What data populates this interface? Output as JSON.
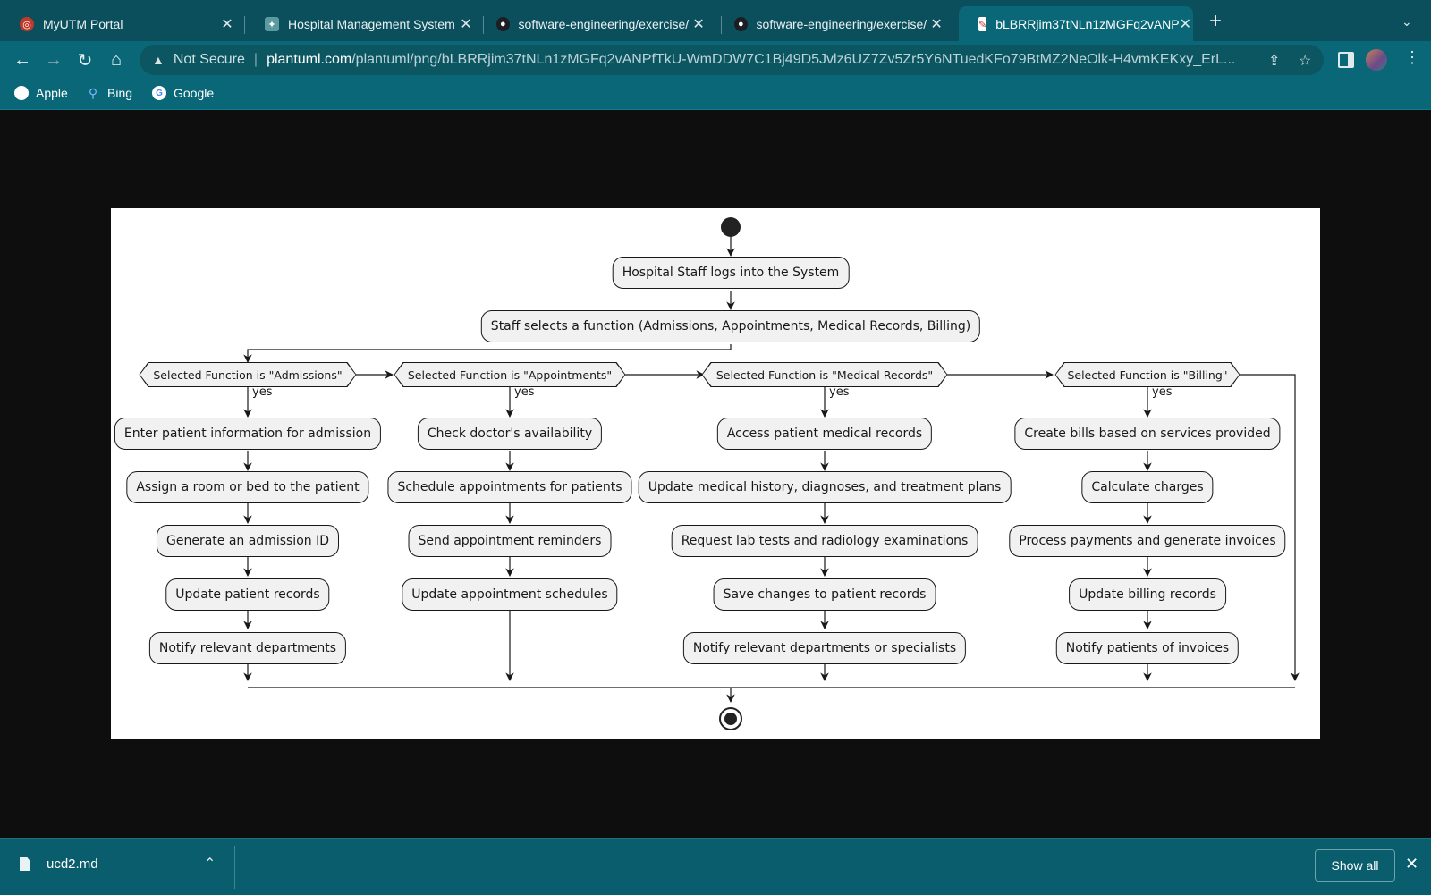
{
  "tabs": [
    {
      "title": "MyUTM Portal",
      "icon": "utm-logo-icon",
      "close": "✕"
    },
    {
      "title": "Hospital Management System",
      "icon": "openai-logo-icon",
      "close": "✕"
    },
    {
      "title": "software-engineering/exercise/",
      "icon": "github-icon",
      "close": "✕"
    },
    {
      "title": "software-engineering/exercise/",
      "icon": "github-icon",
      "close": "✕"
    },
    {
      "title": "bLBRRjim37tNLn1zMGFq2vANP",
      "icon": "plantuml-icon",
      "close": "✕",
      "active": true
    }
  ],
  "toolbar": {
    "security_label": "Not Secure",
    "url_host": "plantuml.com",
    "url_path": "/plantuml/png/bLBRRjim37tNLn1zMGFq2vANPfTkU-WmDDW7C1Bj49D5Jvlz6UZ7Zv5Zr5Y6NTuedKFo79BtMZ2NeOlk-H4vmKEKxy_ErL..."
  },
  "bookmarks": [
    {
      "label": "Apple",
      "icon": "apple-icon"
    },
    {
      "label": "Bing",
      "icon": "bing-search-icon"
    },
    {
      "label": "Google",
      "icon": "google-icon"
    }
  ],
  "diagram": {
    "start": "Hospital Staff logs into the System",
    "select": "Staff selects a function (Admissions, Appointments, Medical Records, Billing)",
    "yes_label": "yes",
    "branches": [
      {
        "condition": "Selected Function is \"Admissions\"",
        "steps": [
          "Enter patient information for admission",
          "Assign a room or bed to the patient",
          "Generate an admission ID",
          "Update patient records",
          "Notify relevant departments"
        ]
      },
      {
        "condition": "Selected Function is \"Appointments\"",
        "steps": [
          "Check doctor's availability",
          "Schedule appointments for patients",
          "Send appointment reminders",
          "Update appointment schedules"
        ]
      },
      {
        "condition": "Selected Function is \"Medical Records\"",
        "steps": [
          "Access patient medical records",
          "Update medical history, diagnoses, and treatment plans",
          "Request lab tests and radiology examinations",
          "Save changes to patient records",
          "Notify relevant departments or specialists"
        ]
      },
      {
        "condition": "Selected Function is \"Billing\"",
        "steps": [
          "Create bills based on services provided",
          "Calculate charges",
          "Process payments and generate invoices",
          "Update billing records",
          "Notify patients of invoices"
        ]
      }
    ]
  },
  "downloads": {
    "file": "ucd2.md",
    "show_all": "Show all"
  }
}
